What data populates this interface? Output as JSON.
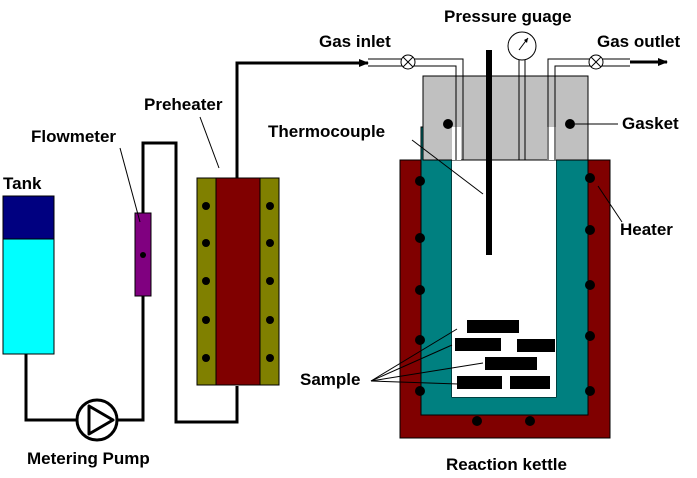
{
  "labels": {
    "tank": "Tank",
    "flowmeter": "Flowmeter",
    "preheater": "Preheater",
    "metering_pump": "Metering Pump",
    "gas_inlet": "Gas inlet",
    "pressure_gauge": "Pressure guage",
    "gas_outlet": "Gas outlet",
    "thermocouple": "Thermocouple",
    "gasket": "Gasket",
    "heater": "Heater",
    "sample": "Sample",
    "reaction_kettle": "Reaction kettle"
  },
  "colors": {
    "tank_top": "#000080",
    "tank_liquid": "#00ffff",
    "flowmeter": "#800080",
    "preheater_core": "#800000",
    "preheater_jacket": "#808000",
    "heater": "#800000",
    "vessel_wall": "#008080",
    "lid": "#c0c0c0",
    "line": "#000000"
  }
}
